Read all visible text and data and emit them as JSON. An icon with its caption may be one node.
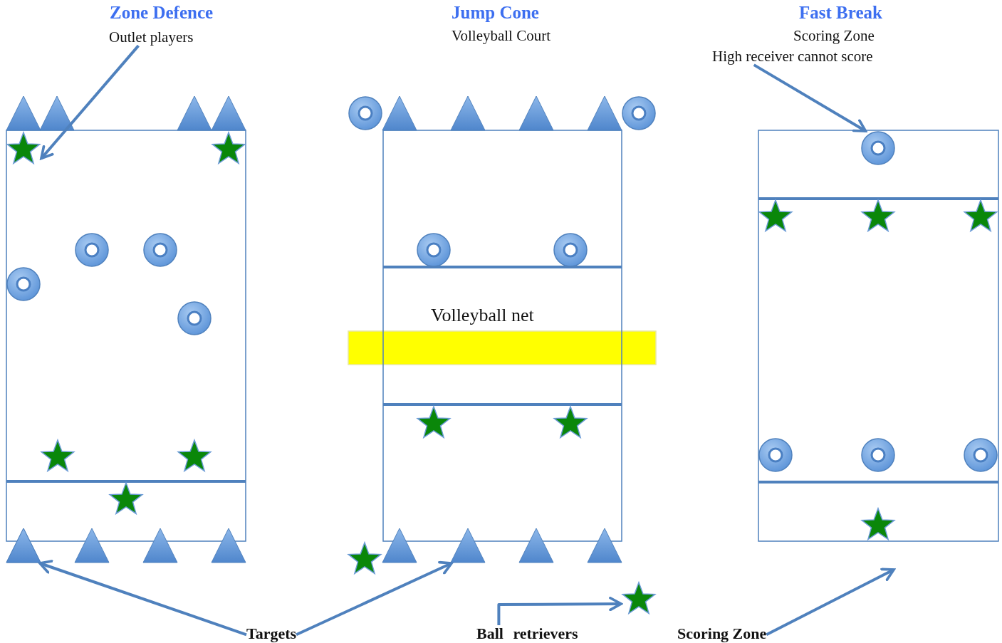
{
  "diagram": {
    "nodes": [
      {
        "text": [
          "Outlet players"
        ]
      },
      {
        "text": [],
        "shape": "star"
      },
      {
        "text": [
          "High receiver cannot score"
        ]
      },
      {
        "text": [],
        "shape": "circle"
      },
      {
        "text": [
          "Targets"
        ]
      },
      {
        "text": [],
        "shape": "triangle"
      },
      {
        "text": [],
        "shape": "triangle"
      },
      {
        "text": [
          "Ball retrievers"
        ]
      },
      {
        "text": [],
        "shape": "star"
      },
      {
        "text": [
          "Scoring Zone"
        ]
      }
    ],
    "edges": [
      {
        "from": 0,
        "to": 1,
        "arrow": "to"
      },
      {
        "from": 2,
        "to": 3,
        "arrow": "to"
      },
      {
        "from": 4,
        "to": 5,
        "arrow": "to"
      },
      {
        "from": 4,
        "to": 6,
        "arrow": "to"
      },
      {
        "from": 7,
        "to": 8,
        "arrow": "to"
      },
      {
        "from": 9,
        "to": null,
        "arrow": "to"
      }
    ],
    "labels": [
      "Zone Defence",
      "Jump Cone",
      "Fast Break",
      "Volleyball Court",
      "Scoring Zone",
      "Volleyball net"
    ]
  }
}
